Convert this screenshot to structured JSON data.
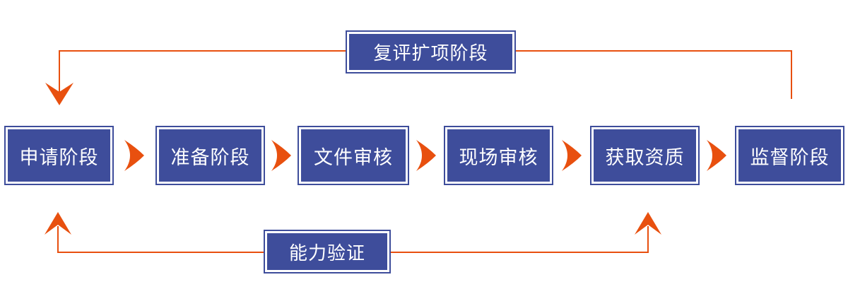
{
  "diagram": {
    "stages": [
      "申请阶段",
      "准备阶段",
      "文件审核",
      "现场审核",
      "获取资质",
      "监督阶段"
    ],
    "top_feedback_label": "复评扩项阶段",
    "bottom_feedback_label": "能力验证",
    "colors": {
      "box_blue": "#3E4D9B",
      "arrow_orange": "#E8500F",
      "box_text": "#FFFFFF",
      "background": "#FFFFFF"
    }
  }
}
